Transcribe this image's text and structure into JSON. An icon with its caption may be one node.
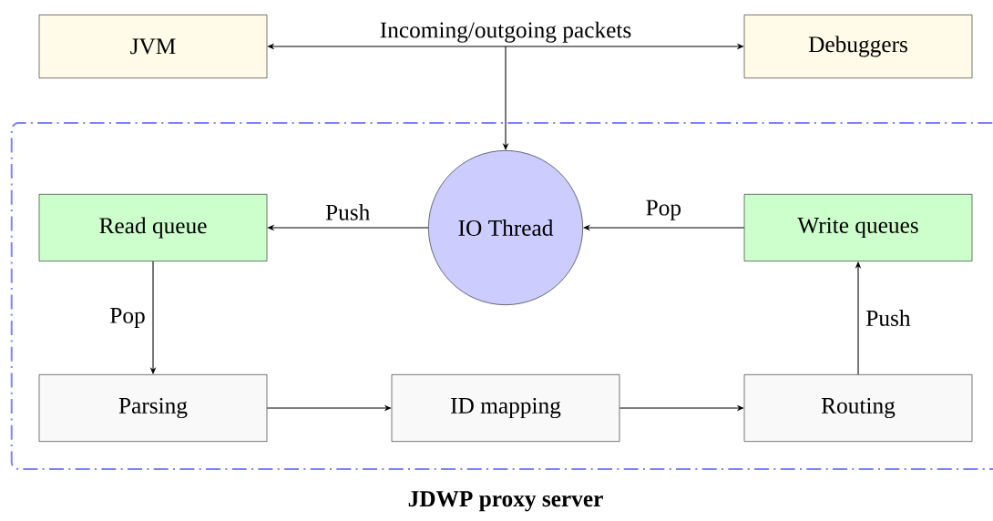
{
  "diagram": {
    "nodes": [
      {
        "text": [
          "JVM"
        ]
      },
      {
        "text": [
          "Incoming/outgoing packets"
        ]
      },
      {
        "text": [
          "Debuggers"
        ]
      },
      {
        "text": [
          "JDWP proxy server"
        ]
      },
      {
        "text": [
          "Read queue"
        ],
        "in": 3
      },
      {
        "text": [
          "IO Thread"
        ],
        "in": 3
      },
      {
        "text": [
          "Write queues"
        ],
        "in": 3
      },
      {
        "text": [
          "Parsing"
        ],
        "in": 3
      },
      {
        "text": [
          "ID mapping"
        ],
        "in": 3
      },
      {
        "text": [
          "Routing"
        ],
        "in": 3
      }
    ],
    "edges": [
      {
        "from": 1,
        "to": 0,
        "arrow": "to"
      },
      {
        "from": 1,
        "to": 2,
        "arrow": "to"
      },
      {
        "from": 1,
        "to": 5,
        "arrow": "to"
      },
      {
        "from": 5,
        "to": 4,
        "arrow": "to",
        "label": "Push"
      },
      {
        "from": 6,
        "to": 5,
        "arrow": "to",
        "label": "Pop"
      },
      {
        "from": 4,
        "to": 7,
        "arrow": "to",
        "label": "Pop"
      },
      {
        "from": 7,
        "to": 8,
        "arrow": "to"
      },
      {
        "from": 8,
        "to": 9,
        "arrow": "to"
      },
      {
        "from": 9,
        "to": 6,
        "arrow": "to",
        "label": "Push"
      }
    ]
  }
}
